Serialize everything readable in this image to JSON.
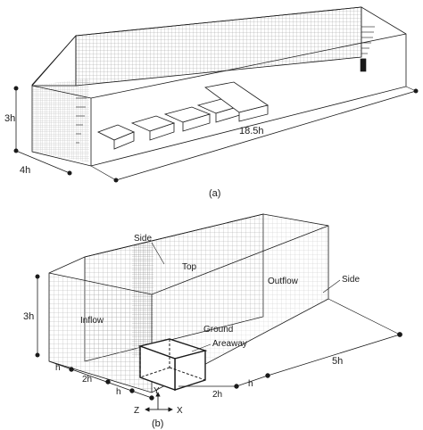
{
  "panel_a": {
    "caption": "(a)",
    "dim_height": "3h",
    "dim_width": "4h",
    "dim_length": "18.5h"
  },
  "panel_b": {
    "caption": "(b)",
    "labels": {
      "side_top": "Side",
      "top": "Top",
      "outflow": "Outflow",
      "side_right": "Side",
      "inflow": "Inflow",
      "ground": "Ground",
      "areaway": "Areaway"
    },
    "dims": {
      "height": "3h",
      "h_a": "h",
      "two_h_a": "2h",
      "h_b": "h",
      "two_h_b": "2h",
      "h_c": "h",
      "five_h": "5h"
    },
    "axes": {
      "z": "Z",
      "y": "Y",
      "x": "X"
    }
  },
  "colors": {
    "ink": "#1a1a1a",
    "grid": "#9a9a9a",
    "grid_dense": "#6e6e6e"
  }
}
